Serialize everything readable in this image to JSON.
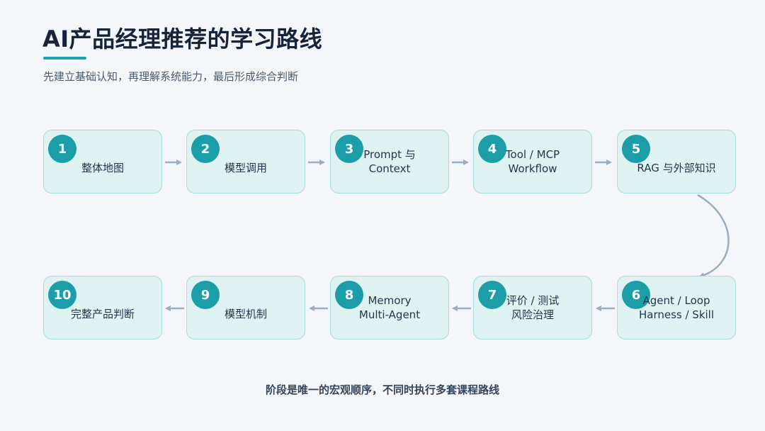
{
  "header": {
    "title": "AI产品经理推荐的学习路线",
    "subtitle": "先建立基础认知，再理解系统能力，最后形成综合判断"
  },
  "steps": [
    {
      "num": "1",
      "lines": [
        "整体地图"
      ]
    },
    {
      "num": "2",
      "lines": [
        "模型调用"
      ]
    },
    {
      "num": "3",
      "lines": [
        "Prompt 与",
        "Context"
      ]
    },
    {
      "num": "4",
      "lines": [
        "Tool / MCP",
        "Workflow"
      ]
    },
    {
      "num": "5",
      "lines": [
        "RAG 与外部知识"
      ]
    },
    {
      "num": "6",
      "lines": [
        "Agent / Loop",
        "Harness / Skill"
      ]
    },
    {
      "num": "7",
      "lines": [
        "评价 / 测试",
        "风险治理"
      ]
    },
    {
      "num": "8",
      "lines": [
        "Memory",
        "Multi-Agent"
      ]
    },
    {
      "num": "9",
      "lines": [
        "模型机制"
      ]
    },
    {
      "num": "10",
      "lines": [
        "完整产品判断"
      ]
    }
  ],
  "footer": {
    "note": "阶段是唯一的宏观顺序，不同时执行多套课程路线"
  },
  "colors": {
    "accent": "#1aa5ae",
    "badge": "#1b9ea8",
    "card_fill": "#e0f3f3",
    "card_border": "#a9dcdc",
    "arrow": "#9aaec2"
  }
}
